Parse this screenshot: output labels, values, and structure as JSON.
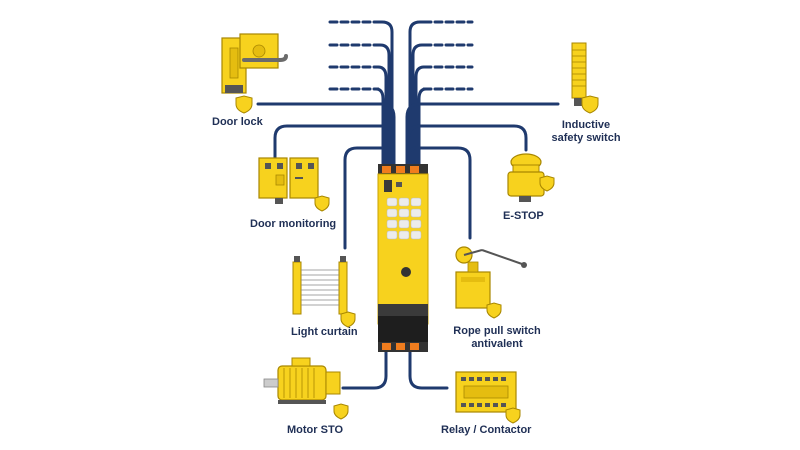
{
  "colors": {
    "line": "#1f3a6e",
    "device_yellow": "#f7d21e",
    "device_outline": "#c9a200",
    "dark": "#333333",
    "orange": "#f07d1e"
  },
  "devices": [
    {
      "id": "door-lock",
      "label": "Door lock",
      "icon": "door-lock-icon"
    },
    {
      "id": "inductive-safety-switch",
      "label_lines": [
        "Inductive",
        "safety switch"
      ],
      "icon": "inductive-sensor-icon"
    },
    {
      "id": "door-monitoring",
      "label": "Door monitoring",
      "icon": "door-monitoring-icon"
    },
    {
      "id": "e-stop",
      "label": "E-STOP",
      "icon": "e-stop-icon"
    },
    {
      "id": "light-curtain",
      "label": "Light curtain",
      "icon": "light-curtain-icon"
    },
    {
      "id": "rope-pull-switch",
      "label_lines": [
        "Rope pull switch",
        "antivalent"
      ],
      "icon": "rope-pull-switch-icon"
    },
    {
      "id": "motor-sto",
      "label": "Motor STO",
      "icon": "motor-icon"
    },
    {
      "id": "relay-contactor",
      "label": "Relay / Contactor",
      "icon": "relay-contactor-icon"
    }
  ]
}
